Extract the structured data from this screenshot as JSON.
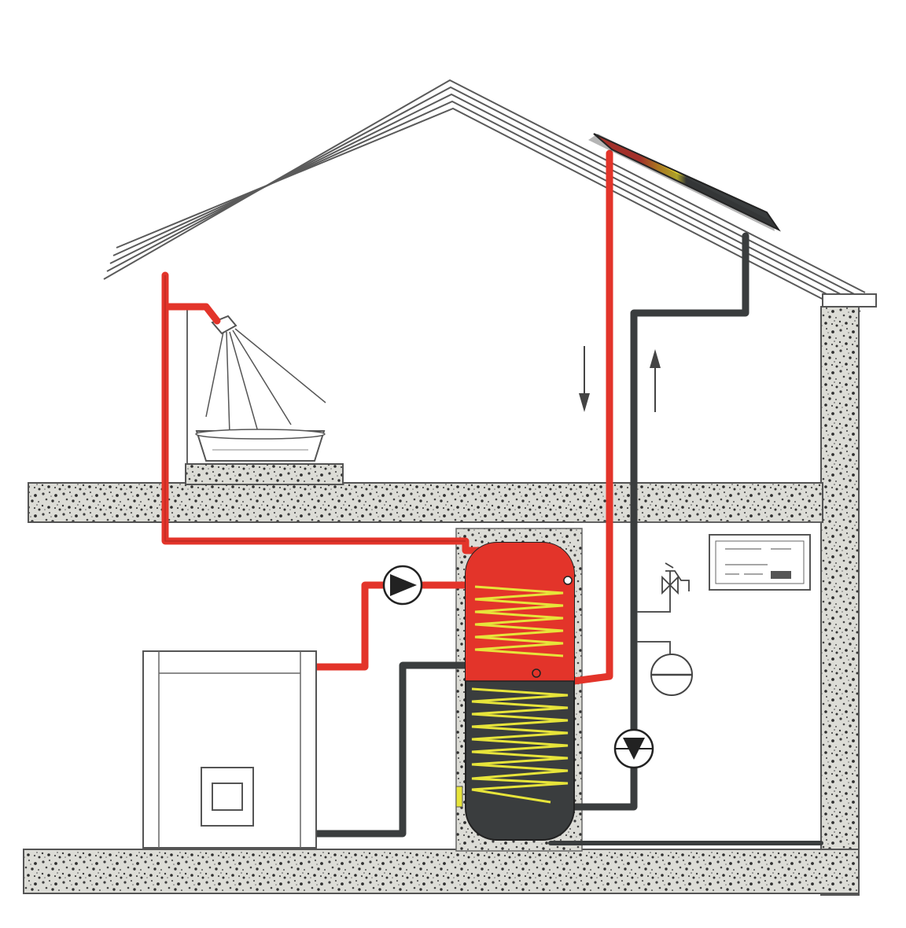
{
  "diagram": {
    "colors": {
      "hot": "#e3342a",
      "cold": "#3a3d3e",
      "coil": "#e7e43a",
      "concrete": "#d8d8d2",
      "aggregate": "#3e3e3e",
      "line": "#555555",
      "paper": "#ffffff"
    },
    "flow_arrows": {
      "left": "down",
      "right": "up"
    },
    "components": [
      "roof",
      "solar-collector",
      "shower",
      "bathtub",
      "storage-tank",
      "boiler",
      "circulation-pump-boiler",
      "circulation-pump-solar",
      "expansion-vessel",
      "safety-valve",
      "solar-controller"
    ]
  }
}
